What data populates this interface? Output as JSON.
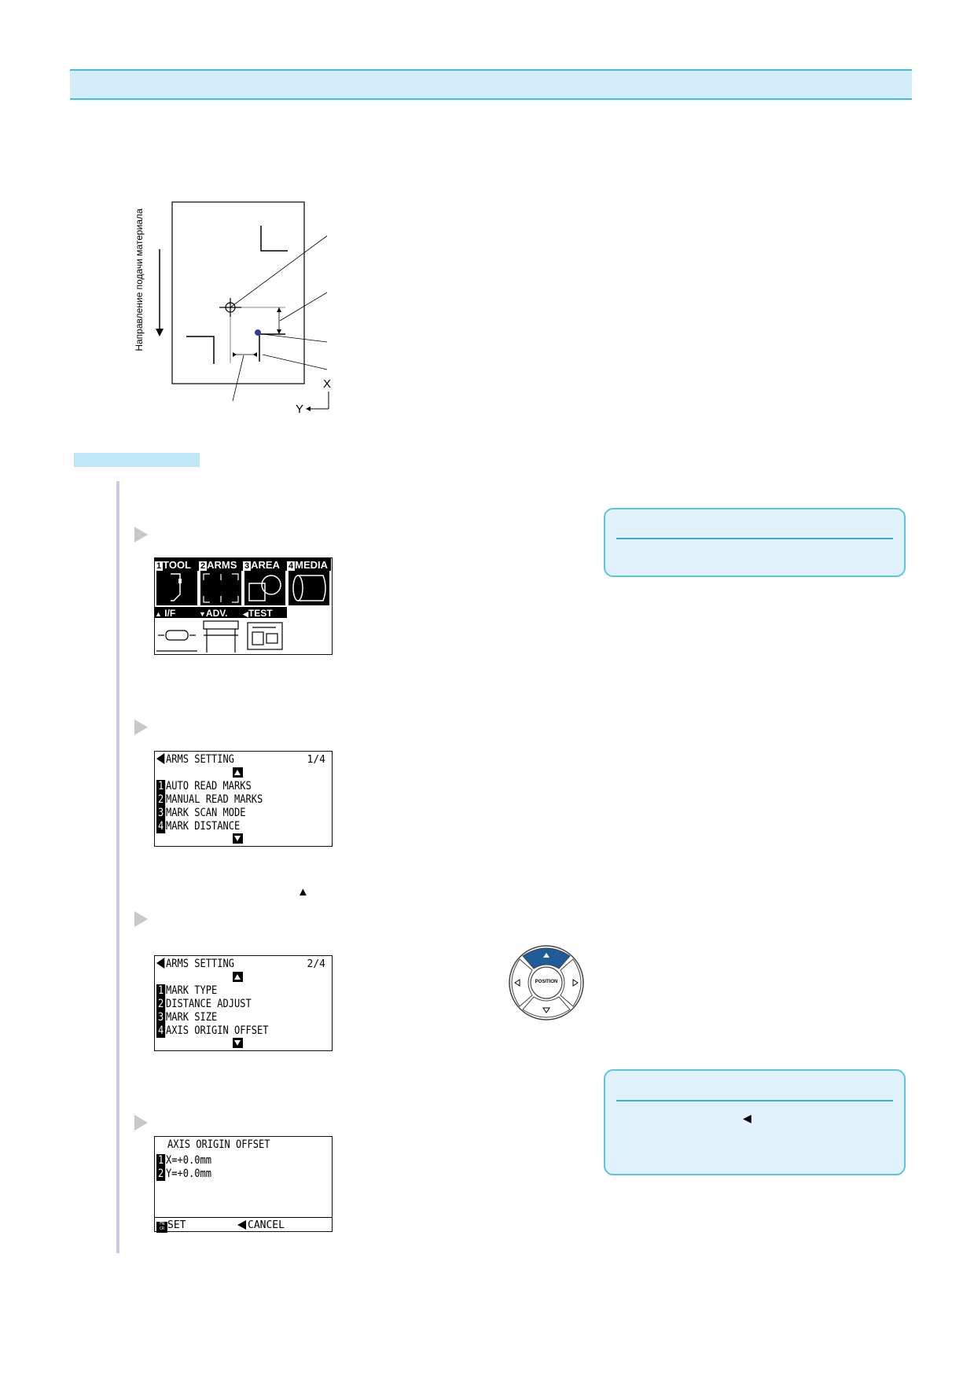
{
  "diagram": {
    "feed_direction_label": "Направление подачи материала",
    "axis_x": "X",
    "axis_y": "Y"
  },
  "screens": {
    "main_menu": {
      "tabs_top": [
        {
          "num": "1",
          "label": "TOOL"
        },
        {
          "num": "2",
          "label": "ARMS"
        },
        {
          "num": "3",
          "label": "AREA"
        },
        {
          "num": "4",
          "label": "MEDIA"
        }
      ],
      "tabs_bottom": [
        {
          "key": "▲",
          "label": "I/F"
        },
        {
          "key": "▼",
          "label": "ADV."
        },
        {
          "key": "◀",
          "label": "TEST"
        }
      ]
    },
    "arms_page1": {
      "title": "ARMS SETTING",
      "page": "1/4",
      "items": [
        {
          "num": "1",
          "label": "AUTO READ MARKS"
        },
        {
          "num": "2",
          "label": "MANUAL READ MARKS"
        },
        {
          "num": "3",
          "label": "MARK SCAN MODE"
        },
        {
          "num": "4",
          "label": "MARK DISTANCE"
        }
      ]
    },
    "arms_page2": {
      "title": "ARMS SETTING",
      "page": "2/4",
      "items": [
        {
          "num": "1",
          "label": "MARK TYPE"
        },
        {
          "num": "2",
          "label": "DISTANCE ADJUST"
        },
        {
          "num": "3",
          "label": "MARK SIZE"
        },
        {
          "num": "4",
          "label": "AXIS ORIGIN OFFSET"
        }
      ]
    },
    "axis_offset": {
      "title": "AXIS ORIGIN OFFSET",
      "items": [
        {
          "num": "1",
          "label": "X=+0.0mm"
        },
        {
          "num": "2",
          "label": "Y=+0.0mm"
        }
      ],
      "footer_set": "SET",
      "footer_fn": "FN\nCR",
      "footer_cancel": "CANCEL"
    }
  },
  "position_key": {
    "label": "POSITION",
    "highlight_color": "#1f5c9c"
  },
  "inline_symbols": {
    "up_triangle": "▲",
    "left_triangle": "◀"
  },
  "colors": {
    "accent": "#3fbfe0",
    "header_fill": "#d3eefa",
    "note_fill": "#e2f2fc",
    "mark_dot": "#3a3aa0"
  }
}
